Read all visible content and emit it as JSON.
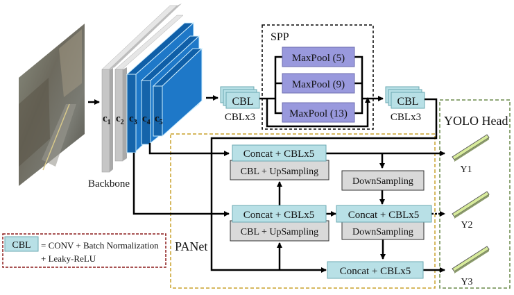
{
  "title": "YOLOv4 architecture diagram",
  "colors": {
    "cbl_fill": "#b8e0e6",
    "maxpool_fill": "#9999dd",
    "gray_block": "#d9d9d9",
    "backbone_blue": "#1a73c4",
    "backbone_gray": "#c0c0c0",
    "panet_border": "#c8a12a",
    "head_border": "#6a8a4a",
    "legend_border": "#8b1a1a",
    "head_output": "#d8ec9c"
  },
  "backbone": {
    "label": "Backbone",
    "layers": [
      {
        "name": "c",
        "sub": "1"
      },
      {
        "name": "c",
        "sub": "2"
      },
      {
        "name": "c",
        "sub": "3"
      },
      {
        "name": "c",
        "sub": "4"
      },
      {
        "name": "c",
        "sub": "5"
      }
    ]
  },
  "cbl_stack_1": {
    "label": "CBL",
    "caption": "CBLx3"
  },
  "spp": {
    "label": "SPP",
    "pools": [
      "MaxPool (5)",
      "MaxPool (9)",
      "MaxPool (13)"
    ]
  },
  "cbl_stack_2": {
    "label": "CBL",
    "caption": "CBLx3"
  },
  "panet": {
    "label": "PANet",
    "concat1": "Concat + CBLx5",
    "up1": "CBL + UpSampling",
    "concat2": "Concat + CBLx5",
    "up2": "CBL + UpSampling",
    "down1": "DownSampling",
    "concat3": "Concat + CBLx5",
    "down2": "DownSampling",
    "concat4": "Concat + CBLx5"
  },
  "head": {
    "label": "YOLO Head",
    "outputs": [
      "Y1",
      "Y2",
      "Y3"
    ]
  },
  "legend": {
    "key": "CBL",
    "line1": "= CONV + Batch Normalization",
    "line2": "+ Leaky-ReLU"
  }
}
